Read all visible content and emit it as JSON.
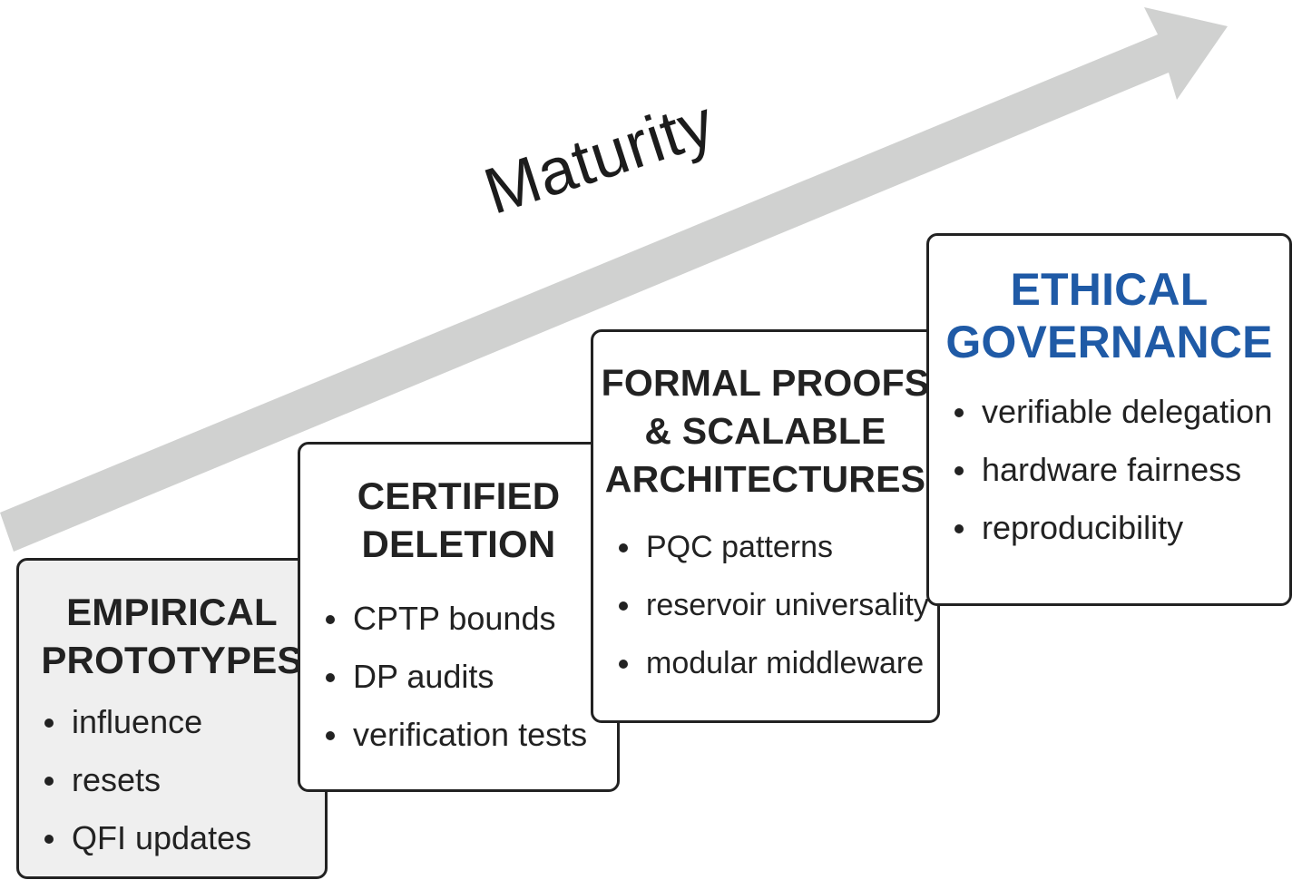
{
  "diagram": {
    "arrow_label": "Maturity",
    "colors": {
      "arrow": "#d0d1d0",
      "border": "#222222",
      "text": "#222222",
      "first_stage_fill": "#efefef",
      "highlight_title": "#1f5aa6"
    },
    "stages": [
      {
        "title_lines": [
          "EMPIRICAL",
          "PROTOTYPES"
        ],
        "items": [
          "influence",
          "resets",
          "QFI updates"
        ]
      },
      {
        "title_lines": [
          "CERTIFIED",
          "DELETION"
        ],
        "items": [
          "CPTP bounds",
          "DP audits",
          "verification tests"
        ]
      },
      {
        "title_lines": [
          "FORMAL PROOFS",
          "& SCALABLE",
          "ARCHITECTURES"
        ],
        "items": [
          "PQC patterns",
          "reservoir universality",
          "modular middleware"
        ]
      },
      {
        "title_lines": [
          "ETHICAL",
          "GOVERNANCE"
        ],
        "items": [
          "verifiable delegation",
          "hardware fairness",
          "reproducibility"
        ]
      }
    ]
  }
}
